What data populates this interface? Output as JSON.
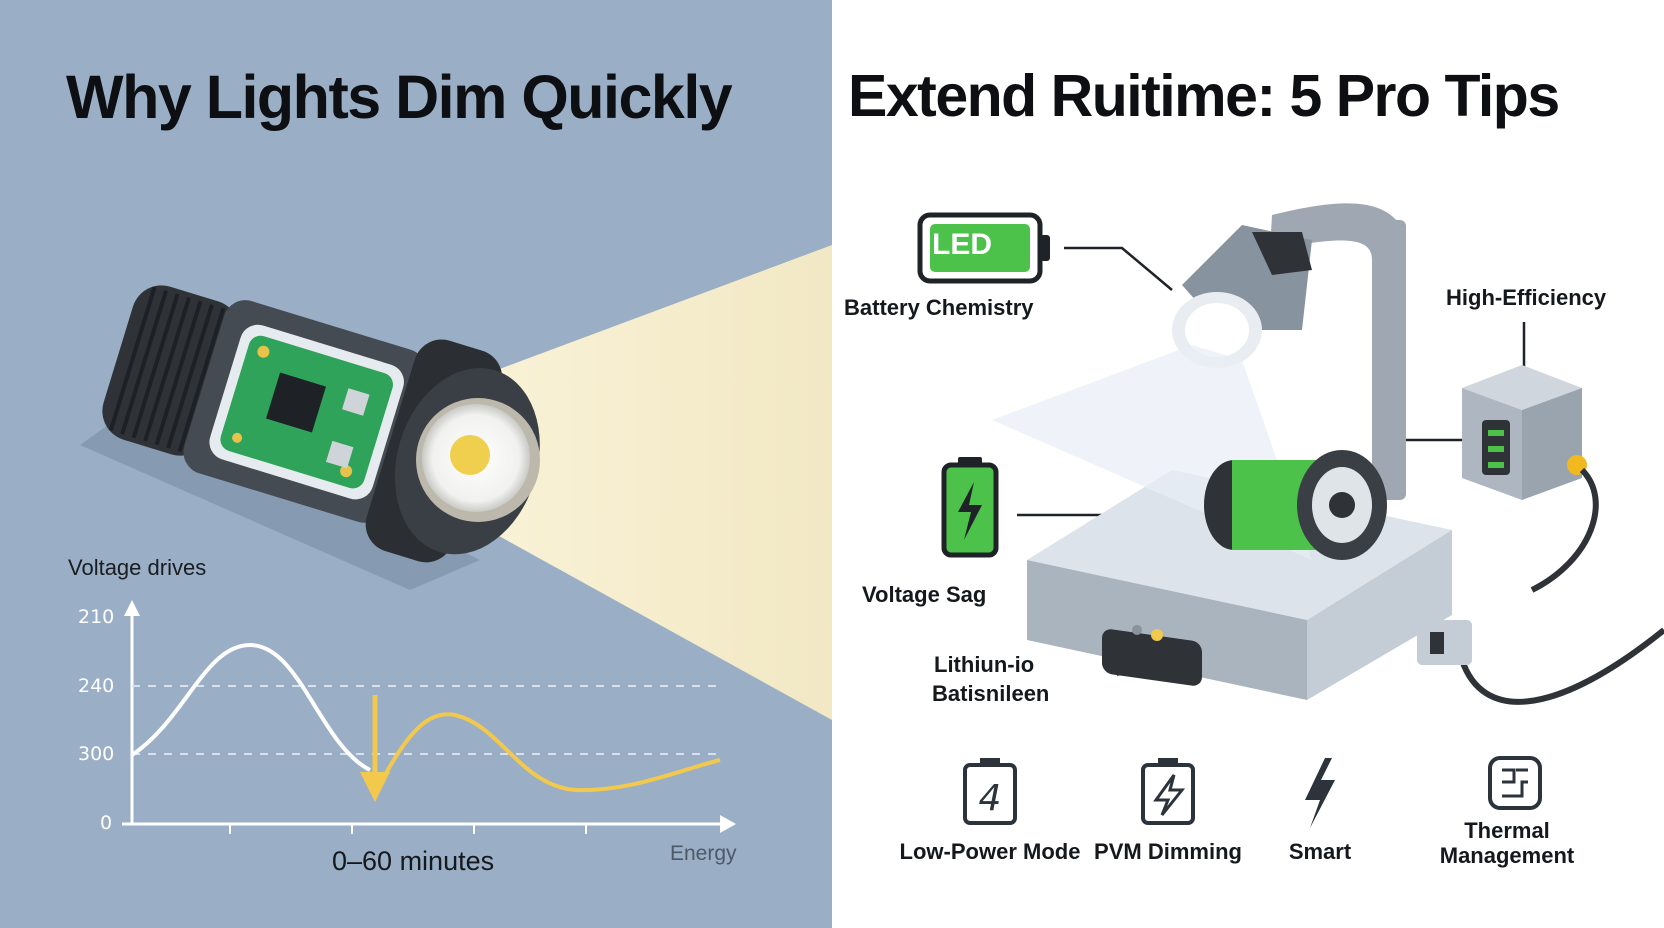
{
  "left_panel": {
    "title": "Why Lights Dim Quickly",
    "graph": {
      "label": "Voltage drives",
      "y_ticks": [
        "210",
        "240",
        "300",
        "0"
      ],
      "x_label": "0–60 minutes",
      "x_end_label": "Energy"
    }
  },
  "right_panel": {
    "title": "Extend Ruitime: 5 Pro Tips",
    "led_badge": "LED",
    "callouts": {
      "battery_chemistry": "Battery Chemistry",
      "high_efficiency": "High-Efficiency",
      "voltage_sag": "Voltage Sag",
      "lithium_line1": "Lithiun-io",
      "lithium_line2": "Batisnileen"
    },
    "tips": [
      {
        "icon": "battery-4-icon",
        "label": "Low-Power Mode"
      },
      {
        "icon": "battery-bolt-icon",
        "label": "PVM Dimming"
      },
      {
        "icon": "lightning-icon",
        "label": "Smart"
      },
      {
        "icon": "thermal-chip-icon",
        "label": "Thermal Management"
      }
    ]
  },
  "colors": {
    "left_background": "#9aafc6",
    "green_accent": "#4cc24a",
    "warm_beam": "#fbeec4",
    "curve_yellow": "#f2c94c"
  }
}
